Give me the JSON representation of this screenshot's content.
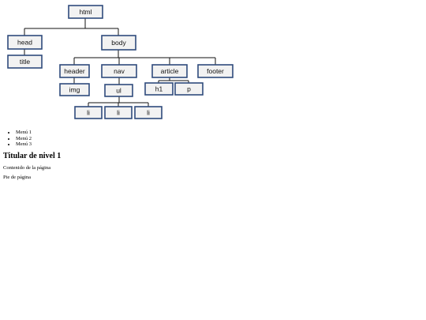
{
  "dom_tree": {
    "nodes": {
      "html": "html",
      "head": "head",
      "body": "body",
      "title": "title",
      "header": "header",
      "nav": "nav",
      "article": "article",
      "footer": "footer",
      "img": "img",
      "ul": "ul",
      "h1": "h1",
      "p": "p",
      "li_1": "li",
      "li_2": "li",
      "li_3": "li"
    },
    "colors": {
      "box_fill": "#f2f2f2",
      "box_border": "#2f4b7c",
      "connector": "#111111"
    }
  },
  "page": {
    "menu_items": [
      "Menú 1",
      "Menú 2",
      "Menú 3"
    ],
    "heading": "Titular de nivel 1",
    "content": "Contenido de la página",
    "footer": "Pie de página"
  }
}
